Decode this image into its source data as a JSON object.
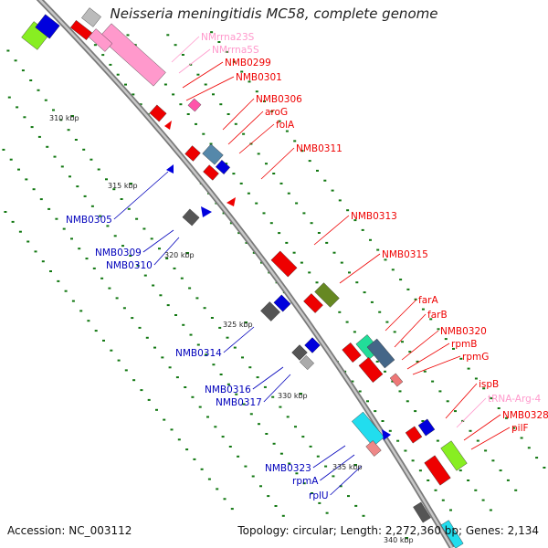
{
  "title": "Neisseria meningitidis MC58, complete genome",
  "footer": {
    "accession": "Accession: NC_003112",
    "topology": "Topology: circular; Length: 2,272,360 bp; Genes: 2,134"
  },
  "scale_ticks": [
    "310 kbp",
    "315 kbp",
    "320 kbp",
    "325 kbp",
    "330 kbp",
    "335 kbp",
    "340 kbp"
  ],
  "colors": {
    "forward_gene": "#ee0000",
    "reverse_gene": "#0000dd",
    "rrna": "#ff99cc",
    "trna": "#ff55aa",
    "backbone": "#888888",
    "scale_dots": "#117711"
  },
  "labels_right": [
    {
      "text": "NMrrna23S",
      "color": "#ff99cc"
    },
    {
      "text": "NMrrna5S",
      "color": "#ff99cc"
    },
    {
      "text": "NMB0299",
      "color": "#ee0000"
    },
    {
      "text": "NMB0301",
      "color": "#ee0000"
    },
    {
      "text": "NMB0306",
      "color": "#ee0000"
    },
    {
      "text": "aroG",
      "color": "#ee0000"
    },
    {
      "text": "folA",
      "color": "#ee0000"
    },
    {
      "text": "NMB0311",
      "color": "#ee0000"
    },
    {
      "text": "NMB0313",
      "color": "#ee0000"
    },
    {
      "text": "NMB0315",
      "color": "#ee0000"
    },
    {
      "text": "farA",
      "color": "#ee0000"
    },
    {
      "text": "farB",
      "color": "#ee0000"
    },
    {
      "text": "NMB0320",
      "color": "#ee0000"
    },
    {
      "text": "rpmB",
      "color": "#ee0000"
    },
    {
      "text": "rpmG",
      "color": "#ee0000"
    },
    {
      "text": "ispB",
      "color": "#ee0000"
    },
    {
      "text": "tRNA-Arg-4",
      "color": "#ff99cc"
    },
    {
      "text": "NMB0328",
      "color": "#ee0000"
    },
    {
      "text": "pilF",
      "color": "#ee0000"
    }
  ],
  "labels_left": [
    {
      "text": "NMB0305",
      "color": "#0000bb"
    },
    {
      "text": "NMB0309",
      "color": "#0000bb"
    },
    {
      "text": "NMB0310",
      "color": "#0000bb"
    },
    {
      "text": "NMB0314",
      "color": "#0000bb"
    },
    {
      "text": "NMB0316",
      "color": "#0000bb"
    },
    {
      "text": "NMB0317",
      "color": "#0000bb"
    },
    {
      "text": "NMB0323",
      "color": "#0000bb"
    },
    {
      "text": "rpmA",
      "color": "#0000bb"
    },
    {
      "text": "rplU",
      "color": "#0000bb"
    }
  ]
}
